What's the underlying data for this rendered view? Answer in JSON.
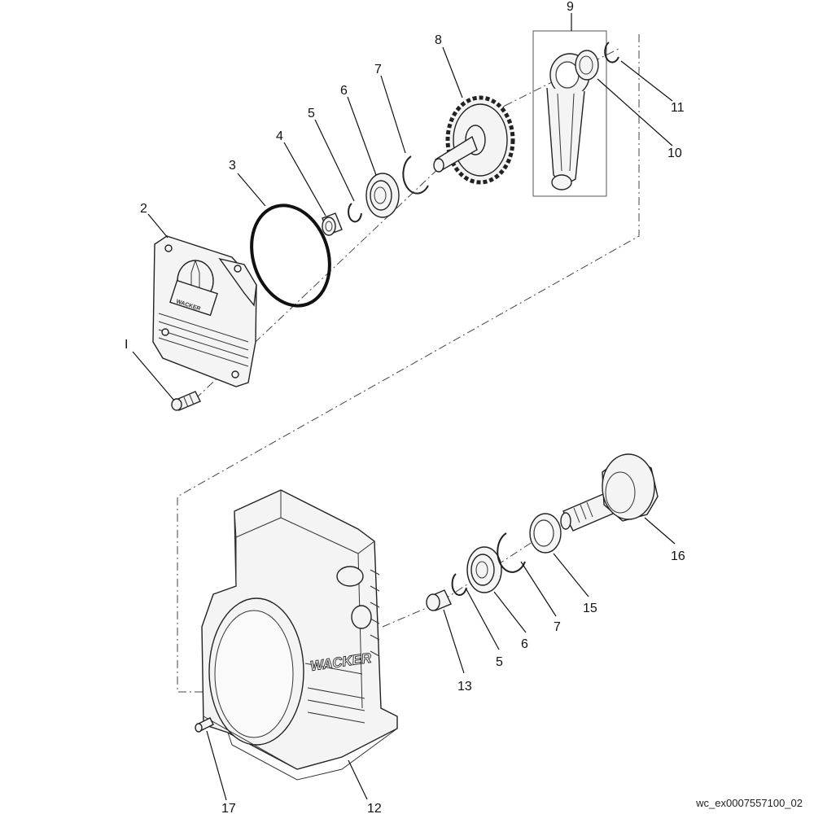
{
  "drawing_reference": "wc_ex0007557100_02",
  "callouts": {
    "c1": "I",
    "c2": "2",
    "c3": "3",
    "c4": "4",
    "c5a": "5",
    "c6a": "6",
    "c7a": "7",
    "c8": "8",
    "c9": "9",
    "c10": "10",
    "c11": "11",
    "c12": "12",
    "c13": "13",
    "c5b": "5",
    "c6b": "6",
    "c7b": "7",
    "c15": "15",
    "c16": "16",
    "c17": "17"
  },
  "brand_marks": {
    "housing_lettering": "WACKER",
    "cover_lettering": "WACKER"
  }
}
